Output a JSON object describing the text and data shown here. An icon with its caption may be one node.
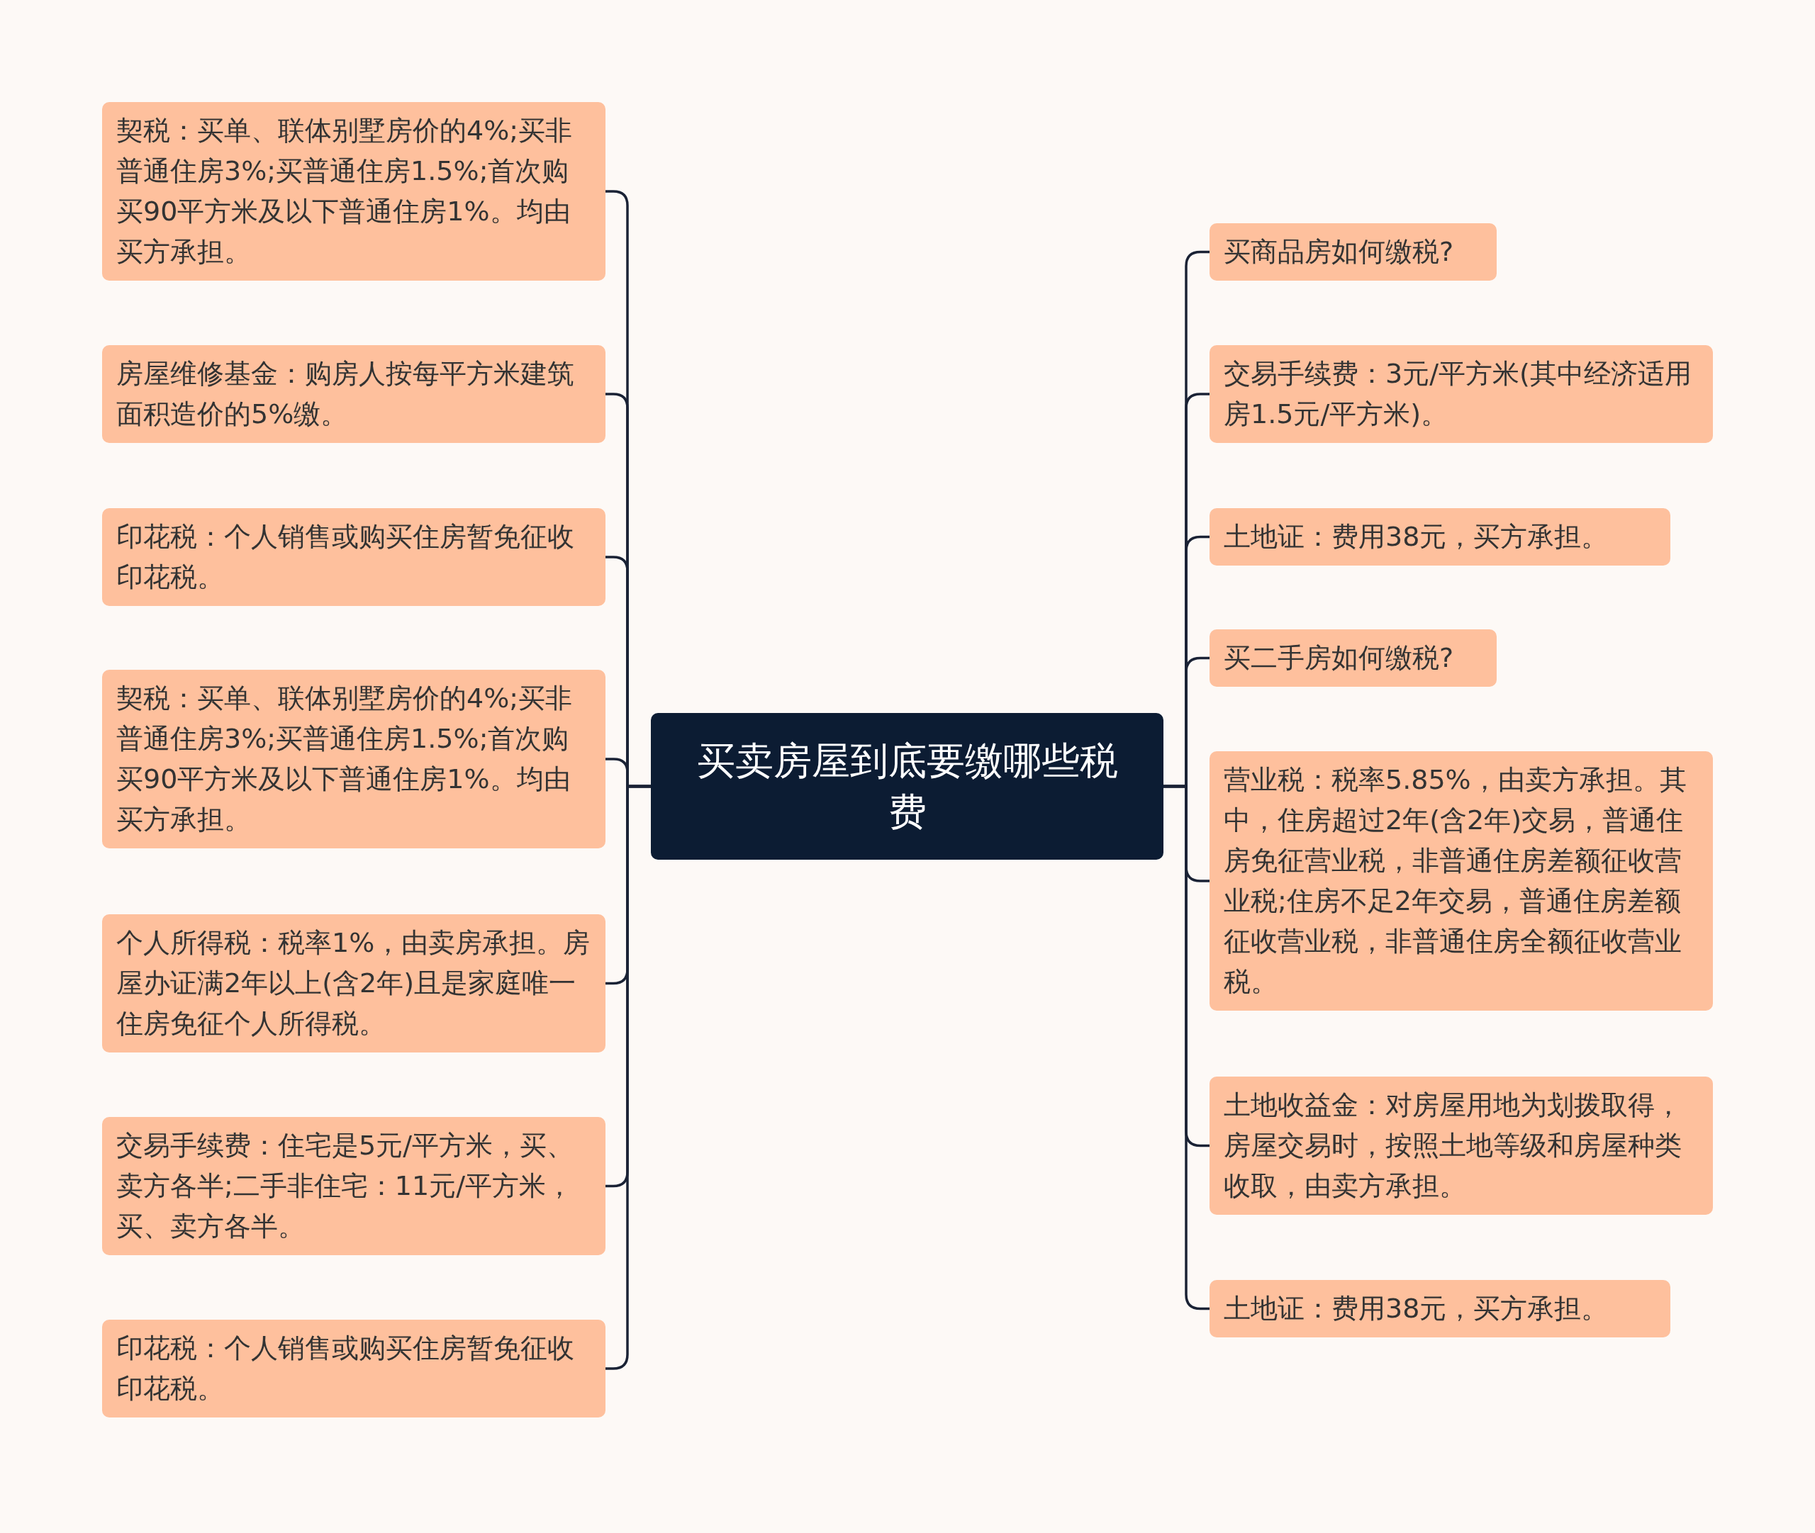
{
  "diagram": {
    "nodes": [
      {
        "text": [
          "买卖房屋到底要缴哪些税费"
        ]
      },
      {
        "text": [
          "契税：买单、联体别墅房价的4%;买非普通住房3%;买普通住房1.5%;首次购买90平方米及以下普通住房1%。均由买方承担。"
        ]
      },
      {
        "text": [
          "房屋维修基金：购房人按每平方米建筑面积造价的5%缴。"
        ]
      },
      {
        "text": [
          "印花税：个人销售或购买住房暂免征收印花税。"
        ]
      },
      {
        "text": [
          "契税：买单、联体别墅房价的4%;买非普通住房3%;买普通住房1.5%;首次购买90平方米及以下普通住房1%。均由买方承担。"
        ]
      },
      {
        "text": [
          "个人所得税：税率1%，由卖房承担。房屋办证满2年以上(含2年)且是家庭唯一住房免征个人所得税。"
        ]
      },
      {
        "text": [
          "交易手续费：住宅是5元/平方米，买、卖方各半;二手非住宅：11元/平方米，买、卖方各半。"
        ]
      },
      {
        "text": [
          "印花税：个人销售或购买住房暂免征收印花税。"
        ]
      },
      {
        "text": [
          "买商品房如何缴税?"
        ]
      },
      {
        "text": [
          "交易手续费：3元/平方米(其中经济适用房1.5元/平方米)。"
        ]
      },
      {
        "text": [
          "土地证：费用38元，买方承担。"
        ]
      },
      {
        "text": [
          "买二手房如何缴税?"
        ]
      },
      {
        "text": [
          "营业税：税率5.85%，由卖方承担。其中，住房超过2年(含2年)交易，普通住房免征营业税，非普通住房差额征收营业税;住房不足2年交易，普通住房差额征收营业税，非普通住房全额征收营业税。"
        ]
      },
      {
        "text": [
          "土地收益金：对房屋用地为划拨取得，房屋交易时，按照土地等级和房屋种类收取，由卖方承担。"
        ]
      },
      {
        "text": [
          "土地证：费用38元，买方承担。"
        ]
      }
    ],
    "edges": [
      {
        "from": 0,
        "to": 1,
        "arrow": "none"
      },
      {
        "from": 0,
        "to": 2,
        "arrow": "none"
      },
      {
        "from": 0,
        "to": 3,
        "arrow": "none"
      },
      {
        "from": 0,
        "to": 4,
        "arrow": "none"
      },
      {
        "from": 0,
        "to": 5,
        "arrow": "none"
      },
      {
        "from": 0,
        "to": 6,
        "arrow": "none"
      },
      {
        "from": 0,
        "to": 7,
        "arrow": "none"
      },
      {
        "from": 0,
        "to": 8,
        "arrow": "none"
      },
      {
        "from": 0,
        "to": 9,
        "arrow": "none"
      },
      {
        "from": 0,
        "to": 10,
        "arrow": "none"
      },
      {
        "from": 0,
        "to": 11,
        "arrow": "none"
      },
      {
        "from": 0,
        "to": 12,
        "arrow": "none"
      },
      {
        "from": 0,
        "to": 13,
        "arrow": "none"
      },
      {
        "from": 0,
        "to": 14,
        "arrow": "none"
      }
    ]
  }
}
